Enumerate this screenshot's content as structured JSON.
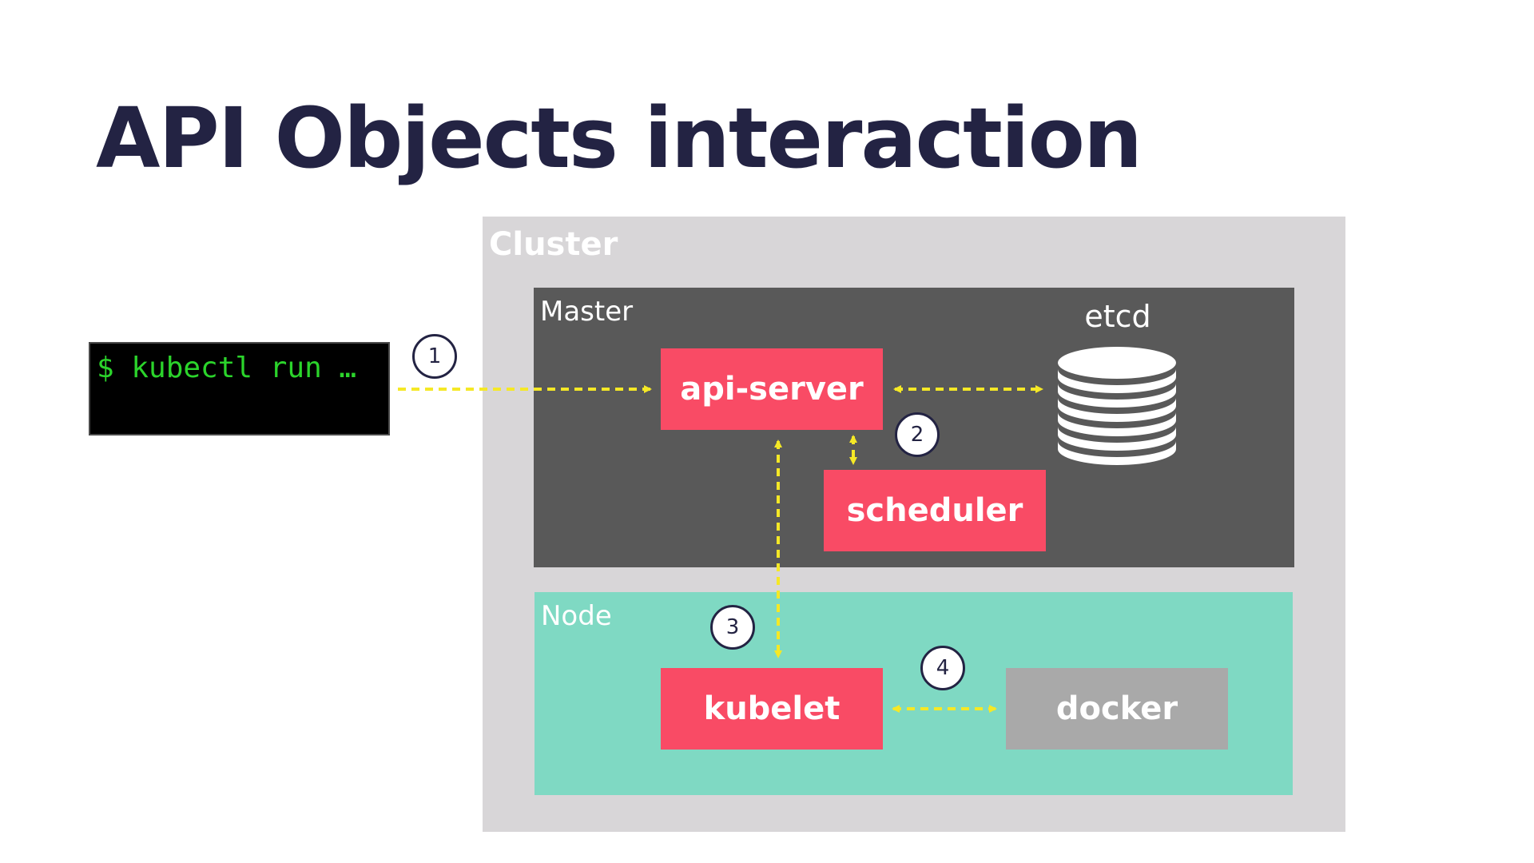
{
  "slide": {
    "title": "API Objects interaction"
  },
  "terminal": {
    "command": "$ kubectl run …"
  },
  "cluster": {
    "label": "Cluster",
    "master": {
      "label": "Master",
      "components": {
        "api_server": "api-server",
        "scheduler": "scheduler",
        "etcd": "etcd"
      }
    },
    "node": {
      "label": "Node",
      "components": {
        "kubelet": "kubelet",
        "docker": "docker"
      }
    }
  },
  "steps": [
    "1",
    "2",
    "3",
    "4"
  ],
  "colors": {
    "title": "#232343",
    "component": "#f94b65",
    "docker": "#a9a9a9",
    "cluster_bg": "#d8d6d8",
    "master_bg": "#595959",
    "node_bg": "#7fd9c3",
    "arrow": "#f5e826",
    "terminal_text": "#2bd42b"
  },
  "icons": {
    "etcd": "database-stack-icon",
    "arrows": "dashed-double-arrow-icon"
  }
}
